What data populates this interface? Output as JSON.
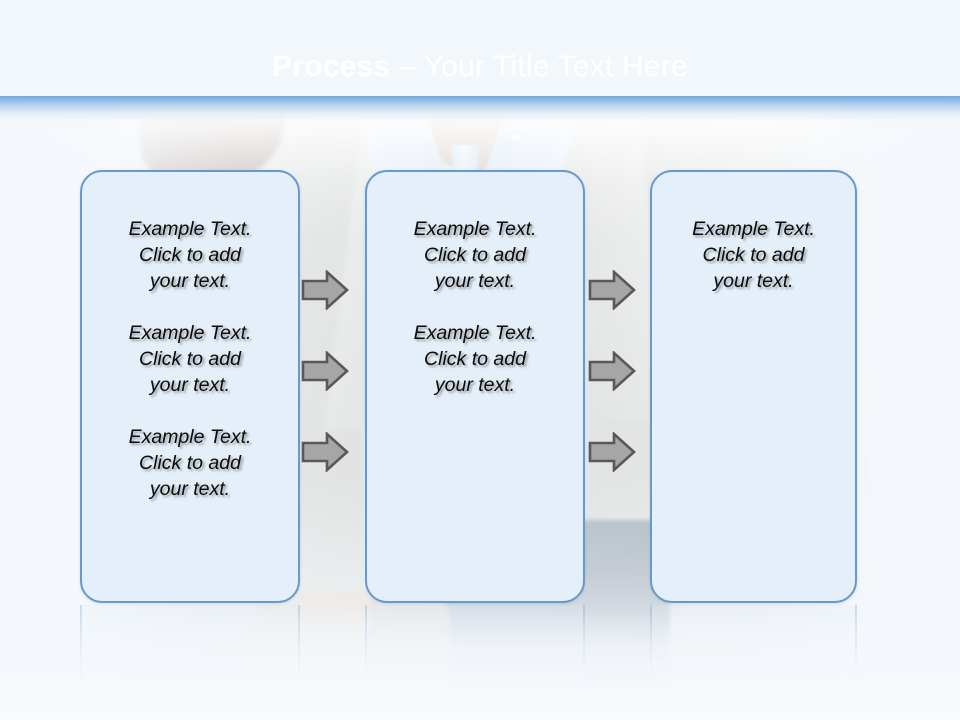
{
  "slide": {
    "title": {
      "bold_part": "Process",
      "rest_part": " – Your Title Text Here"
    },
    "colors": {
      "title_bar_top": "#1B5BA3",
      "title_bar_bottom": "#4E93DA",
      "box_fill": "#E5EFF9",
      "box_border": "#6699CC",
      "arrow_fill": "#A6A6A6",
      "arrow_outline": "#595959",
      "background": "#F4F8FC",
      "text": "#0A0A0A"
    },
    "boxes": [
      {
        "name": "process-box-1",
        "paragraphs": [
          "Example Text.\nClick  to add\nyour text.",
          "Example Text.\nClick  to add\nyour text.",
          "Example Text.\nClick  to add\nyour text."
        ]
      },
      {
        "name": "process-box-2",
        "paragraphs": [
          "Example Text.\nClick  to add\nyour text.",
          "Example Text.\nClick  to add\nyour text."
        ]
      },
      {
        "name": "process-box-3",
        "paragraphs": [
          "Example Text.\nClick  to add\nyour text."
        ]
      }
    ],
    "arrow_groups": [
      {
        "name": "arrow-group-1",
        "count": 3,
        "icon": "right-block-arrow-icon"
      },
      {
        "name": "arrow-group-2",
        "count": 3,
        "icon": "right-block-arrow-icon"
      }
    ],
    "background_image": "person-in-light-blue-shirt-and-grey-jacket"
  }
}
